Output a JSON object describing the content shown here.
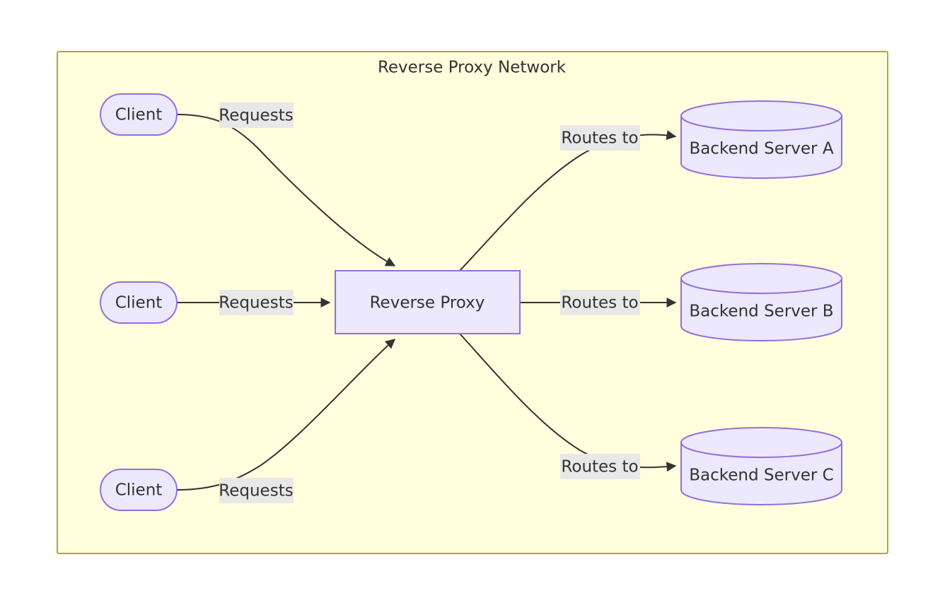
{
  "diagram": {
    "kind": "flowchart",
    "cluster": {
      "title": "Reverse Proxy Network",
      "fill": "#ffffde",
      "stroke": "#aaaa33"
    },
    "theme": {
      "node_fill": "#ece8fd",
      "node_stroke": "#9370db",
      "text_color": "#333333",
      "edge_color": "#333333",
      "edge_label_bg": "#e8e8e8",
      "page_bg": "#ffffff"
    },
    "nodes": [
      {
        "id": "client1",
        "label": "Client",
        "shape": "stadium"
      },
      {
        "id": "client2",
        "label": "Client",
        "shape": "stadium"
      },
      {
        "id": "client3",
        "label": "Client",
        "shape": "stadium"
      },
      {
        "id": "proxy",
        "label": "Reverse Proxy",
        "shape": "rect"
      },
      {
        "id": "serverA",
        "label": "Backend Server A",
        "shape": "cylinder"
      },
      {
        "id": "serverB",
        "label": "Backend Server B",
        "shape": "cylinder"
      },
      {
        "id": "serverC",
        "label": "Backend Server C",
        "shape": "cylinder"
      }
    ],
    "edges": [
      {
        "from": "client1",
        "to": "proxy",
        "label": "Requests"
      },
      {
        "from": "client2",
        "to": "proxy",
        "label": "Requests"
      },
      {
        "from": "client3",
        "to": "proxy",
        "label": "Requests"
      },
      {
        "from": "proxy",
        "to": "serverA",
        "label": "Routes to"
      },
      {
        "from": "proxy",
        "to": "serverB",
        "label": "Routes to"
      },
      {
        "from": "proxy",
        "to": "serverC",
        "label": "Routes to"
      }
    ]
  }
}
